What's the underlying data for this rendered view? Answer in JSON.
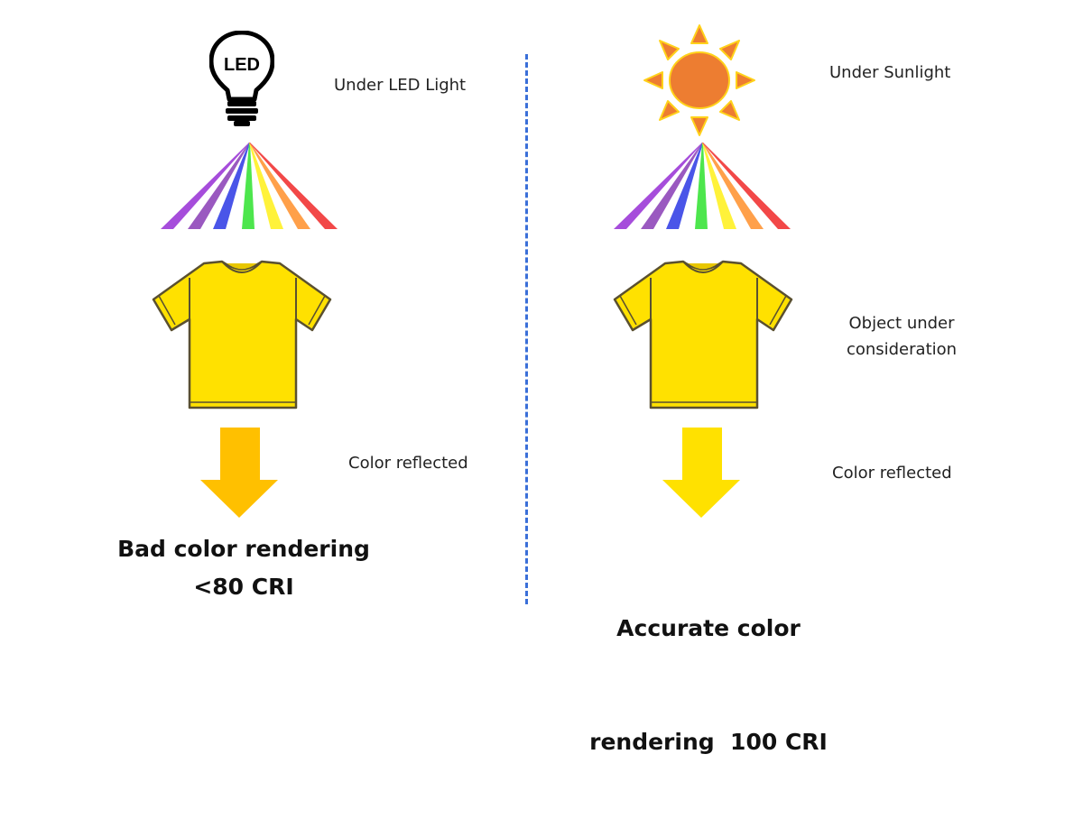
{
  "left_panel": {
    "light_source_label": "Under LED Light",
    "light_icon_text": "LED",
    "object_label": "",
    "reflection_label": "Color reflected",
    "caption_line1": "Bad color rendering",
    "caption_line2": "<80 CRI",
    "arrow_color": "#FFC000",
    "shirt_color": "#FFE100"
  },
  "right_panel": {
    "light_source_label": "Under Sunlight",
    "object_label_line1": "Object under",
    "object_label_line2": "consideration",
    "reflection_label": "Color reflected",
    "caption_line1": "Accurate color",
    "caption_line2": "rendering  100 CRI",
    "arrow_color": "#FFE100",
    "shirt_color": "#FFE100",
    "sun_color": "#ED7D31"
  },
  "spectrum": {
    "colors": [
      "#A64DDB",
      "#9A59C0",
      "#4A55E8",
      "#4DE64D",
      "#FFF23A",
      "#FFA04A",
      "#F24848"
    ]
  },
  "divider": {
    "color": "#3A6FD8",
    "style": "dashed"
  },
  "icons": {
    "led_bulb": "led-bulb-icon",
    "sun": "sun-icon",
    "spectrum": "light-spectrum-icon",
    "shirt": "t-shirt-icon",
    "arrow": "arrow-down-icon"
  }
}
